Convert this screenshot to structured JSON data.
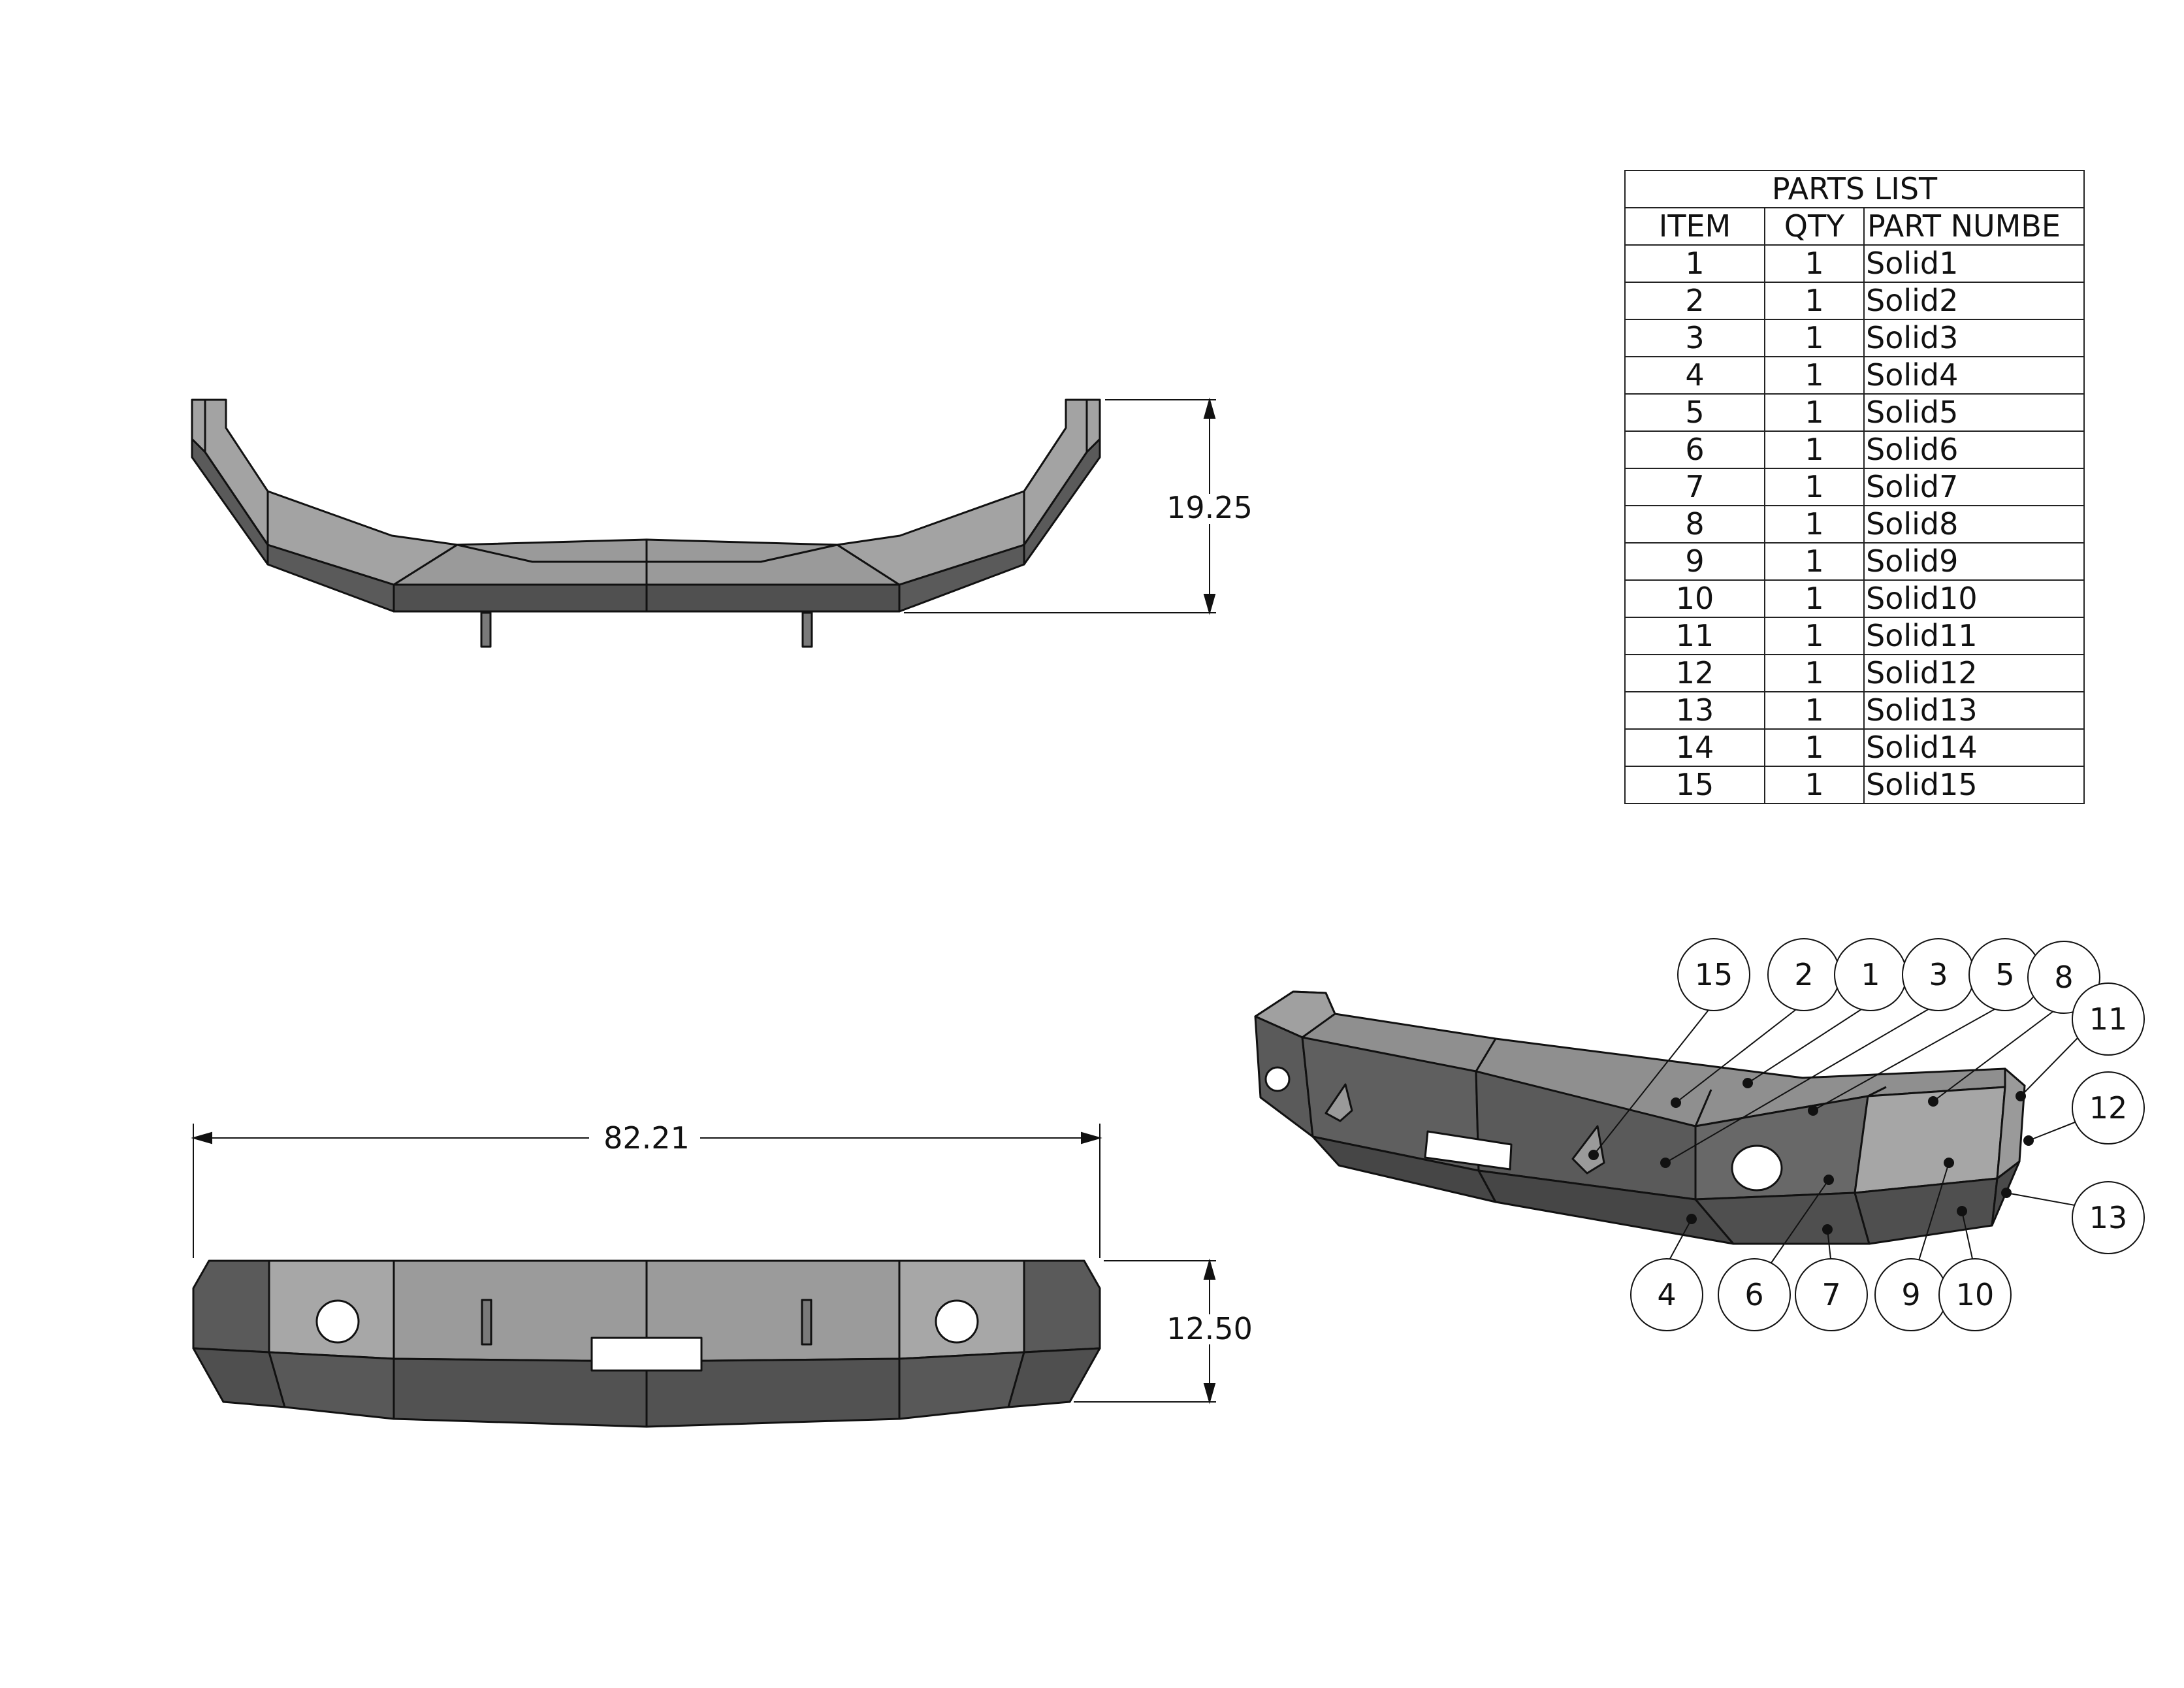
{
  "parts_list": {
    "title": "PARTS LIST",
    "headers": [
      "ITEM",
      "QTY",
      "PART NUMBE"
    ],
    "rows": [
      {
        "item": "1",
        "qty": "1",
        "part": "Solid1"
      },
      {
        "item": "2",
        "qty": "1",
        "part": "Solid2"
      },
      {
        "item": "3",
        "qty": "1",
        "part": "Solid3"
      },
      {
        "item": "4",
        "qty": "1",
        "part": "Solid4"
      },
      {
        "item": "5",
        "qty": "1",
        "part": "Solid5"
      },
      {
        "item": "6",
        "qty": "1",
        "part": "Solid6"
      },
      {
        "item": "7",
        "qty": "1",
        "part": "Solid7"
      },
      {
        "item": "8",
        "qty": "1",
        "part": "Solid8"
      },
      {
        "item": "9",
        "qty": "1",
        "part": "Solid9"
      },
      {
        "item": "10",
        "qty": "1",
        "part": "Solid10"
      },
      {
        "item": "11",
        "qty": "1",
        "part": "Solid11"
      },
      {
        "item": "12",
        "qty": "1",
        "part": "Solid12"
      },
      {
        "item": "13",
        "qty": "1",
        "part": "Solid13"
      },
      {
        "item": "14",
        "qty": "1",
        "part": "Solid14"
      },
      {
        "item": "15",
        "qty": "1",
        "part": "Solid15"
      }
    ]
  },
  "dimensions": {
    "top_view_depth": "19.25",
    "front_view_width": "82.21",
    "front_view_height": "12.50"
  },
  "balloons": [
    "15",
    "2",
    "1",
    "3",
    "5",
    "8",
    "11",
    "12",
    "13",
    "4",
    "6",
    "7",
    "9",
    "10"
  ],
  "colors": {
    "line": "#111111",
    "face_light": "#a9a9a9",
    "face_mid": "#8c8c8c",
    "face_dark": "#5a5a5a",
    "face_darker": "#4a4a4a"
  }
}
